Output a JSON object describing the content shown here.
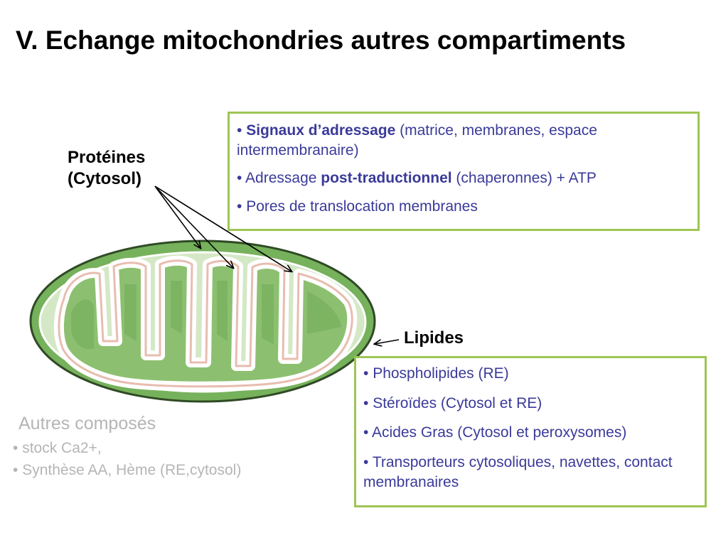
{
  "title": "V. Echange mitochondries autres compartiments",
  "proteins_label": {
    "line1": "Protéines",
    "line2": "(Cytosol)"
  },
  "protein_box": {
    "item1_bold": "Signaux d’adressage",
    "item1_rest": " (matrice, membranes, espace intermembranaire)",
    "item2_pre": "Adressage ",
    "item2_bold": "post-traductionnel",
    "item2_rest": " (chaperonnes)  + ATP",
    "item3": "Pores de translocation membranes"
  },
  "lipids_label": "Lipides",
  "lipids_box": {
    "items": [
      "Phospholipides (RE)",
      "Stéroïdes (Cytosol et RE)",
      "Acides Gras (Cytosol et peroxysomes)",
      "Transporteurs cytosoliques, navettes, contact membranaires"
    ]
  },
  "others": {
    "title": "Autres composés",
    "items": [
      "stock Ca2+,",
      "Synthèse  AA, Hème (RE,cytosol)"
    ]
  },
  "colors": {
    "box_border": "#9ec553",
    "blue_text": "#3a3a9a",
    "grey_text": "#b5b5b5",
    "outer_membrane": "#76b15b",
    "intermembrane": "#d4e8c6",
    "matrix": "#8cc070",
    "crista": "#f4d5cc"
  }
}
